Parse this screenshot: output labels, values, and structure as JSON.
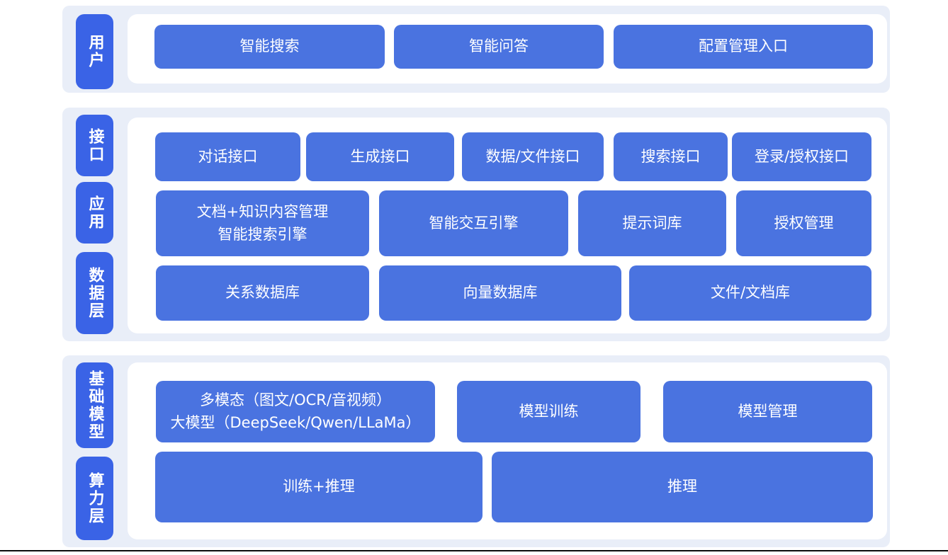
{
  "colors": {
    "page_bg": "#ffffff",
    "section_bg": "#e9eef8",
    "label_blue": "#3a63e6",
    "button_blue": "#4a73e0",
    "button_text": "#ffffff",
    "bottom_divider": "#0b0b0b"
  },
  "sections": [
    {
      "labels": [
        "用户"
      ],
      "rows": [
        [
          "智能搜索",
          "智能问答",
          "配置管理入口"
        ]
      ]
    },
    {
      "labels": [
        "接口",
        "应用",
        "数据层"
      ],
      "rows": [
        [
          "对话接口",
          "生成接口",
          "数据/文件接口",
          "搜索接口",
          "登录/授权接口"
        ],
        [
          "文档+知识内容管理\n智能搜索引擎",
          "智能交互引擎",
          "提示词库",
          "授权管理"
        ],
        [
          "关系数据库",
          "向量数据库",
          "文件/文档库"
        ]
      ]
    },
    {
      "labels": [
        "基础模型",
        "算力层"
      ],
      "rows": [
        [
          "多模态（图文/OCR/音视频）\n大模型（DeepSeek/Qwen/LLaMa）",
          "模型训练",
          "模型管理"
        ],
        [
          "训练+推理",
          "推理"
        ]
      ]
    }
  ]
}
